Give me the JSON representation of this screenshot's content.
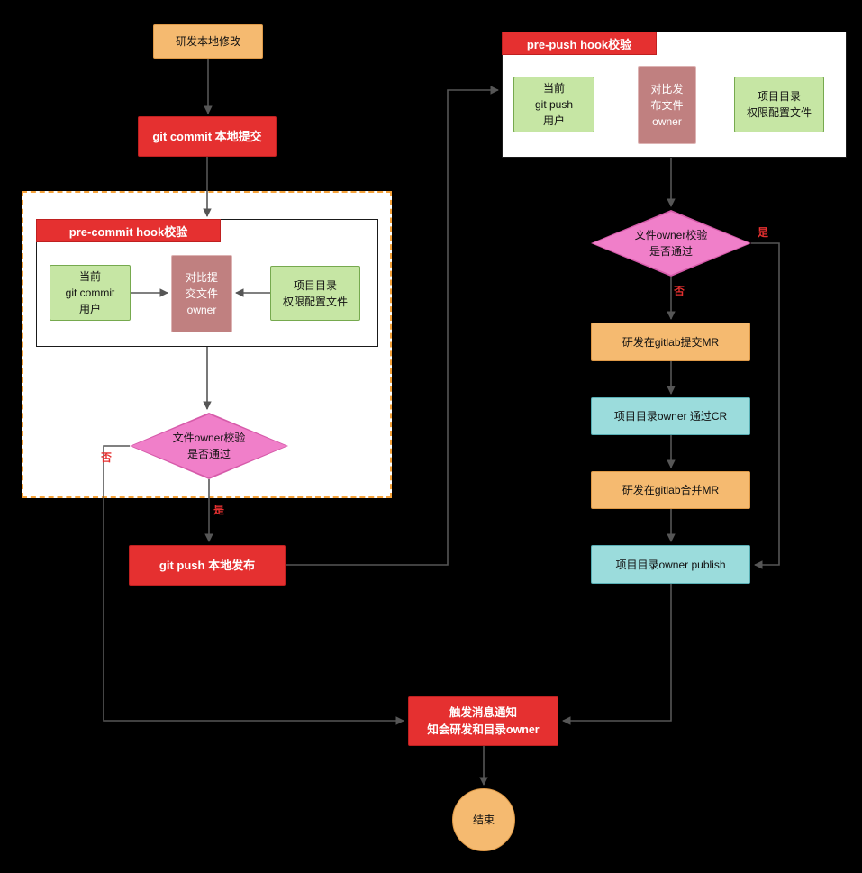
{
  "diagram": {
    "nodes": {
      "dev_local_change": {
        "label": "研发本地修改"
      },
      "git_commit": {
        "label": "git commit 本地提交"
      },
      "pre_commit_title": {
        "label": "pre-commit hook校验"
      },
      "commit_user": {
        "label": "当前\ngit commit\n用户"
      },
      "commit_compare": {
        "label": "对比提\n交文件\nowner"
      },
      "commit_config": {
        "label": "项目目录\n权限配置文件"
      },
      "commit_check": {
        "label": "文件owner校验\n是否通过"
      },
      "git_push": {
        "label": "git push 本地发布"
      },
      "pre_push_title": {
        "label": "pre-push hook校验"
      },
      "push_user": {
        "label": "当前\ngit push\n用户"
      },
      "push_compare": {
        "label": "对比发\n布文件\nowner"
      },
      "push_config": {
        "label": "项目目录\n权限配置文件"
      },
      "push_check": {
        "label": "文件owner校验\n是否通过"
      },
      "submit_mr": {
        "label": "研发在gitlab提交MR"
      },
      "owner_cr": {
        "label": "项目目录owner 通过CR"
      },
      "merge_mr": {
        "label": "研发在gitlab合并MR"
      },
      "owner_publish": {
        "label": "项目目录owner publish"
      },
      "notify": {
        "label": "触发消息通知\n知会研发和目录owner"
      },
      "end": {
        "label": "结束"
      }
    },
    "edge_labels": {
      "commit_yes": "是",
      "commit_no": "否",
      "push_yes": "是",
      "push_no": "否"
    },
    "colors": {
      "orange_fill": "#F5BA70",
      "red": "#E53030",
      "green_fill": "#C6E6A4",
      "mauve_fill": "#C08080",
      "pink_fill": "#F07FC9",
      "teal_fill": "#9BDCDC",
      "dashed_border": "#F6A33B",
      "edge": "#565656"
    }
  }
}
